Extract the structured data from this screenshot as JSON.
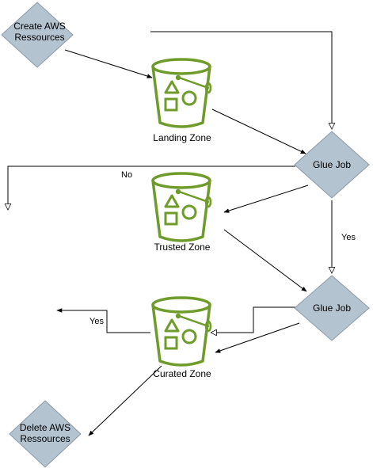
{
  "colors": {
    "diamond_fill": "#b4c3d0",
    "diamond_stroke": "#8a99a6",
    "bucket_stroke": "#6f9b2b",
    "edge": "#000000"
  },
  "nodes": {
    "create_aws": {
      "line1": "Create AWS",
      "line2": "Ressources",
      "shape": "diamond"
    },
    "landing_zone": {
      "label": "Landing Zone",
      "icon": "s3-bucket-icon"
    },
    "glue_job_1": {
      "label": "Glue Job",
      "shape": "diamond"
    },
    "trusted_zone": {
      "label": "Trusted Zone",
      "icon": "s3-bucket-icon"
    },
    "glue_job_2": {
      "label": "Glue Job",
      "shape": "diamond"
    },
    "curated_zone": {
      "label": "Curated Zone",
      "icon": "s3-bucket-icon"
    },
    "delete_aws": {
      "line1": "Delete AWS",
      "line2": "Ressources",
      "shape": "diamond"
    }
  },
  "edges": {
    "no_label": "No",
    "yes_label_1": "Yes",
    "yes_label_2": "Yes"
  }
}
